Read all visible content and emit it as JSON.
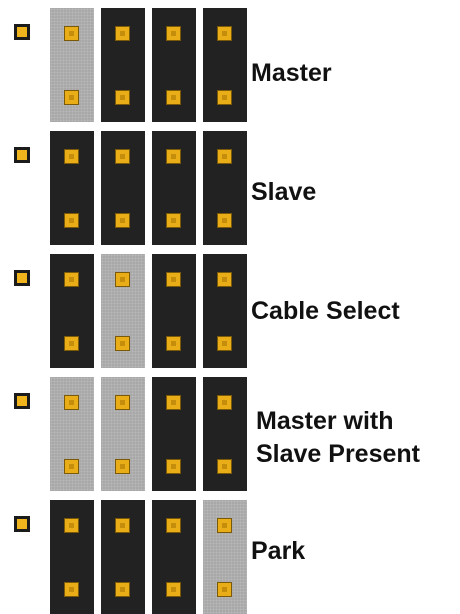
{
  "configurations": [
    {
      "label_lines": [
        "Master"
      ],
      "jumper_on_block": 0
    },
    {
      "label_lines": [
        "Slave"
      ],
      "jumper_on_block": null
    },
    {
      "label_lines": [
        "Cable Select"
      ],
      "jumper_on_block": 1
    },
    {
      "label_lines": [
        "Master  with",
        "Slave Present"
      ],
      "jumper_on_blocks": [
        0,
        1
      ]
    },
    {
      "label_lines": [
        "Park"
      ],
      "jumper_on_block": 3
    }
  ],
  "colors": {
    "background": "#ffffff",
    "open_block": "#222222",
    "jumper_block": "#a8a8a8",
    "pin": "#e9ad18",
    "label": "#111111"
  }
}
